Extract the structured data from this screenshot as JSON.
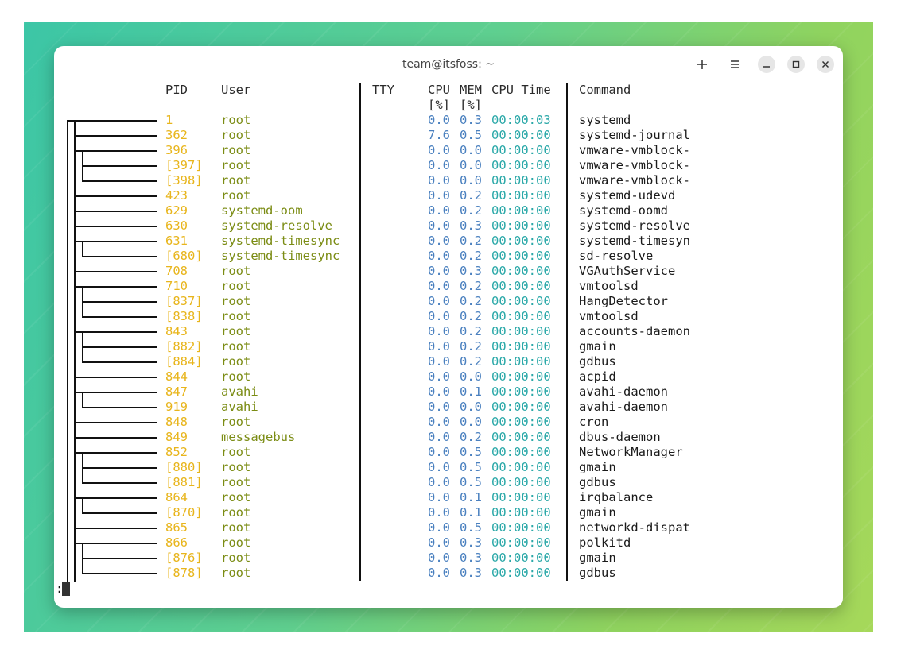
{
  "window": {
    "title": "team@itsfoss: ~"
  },
  "header": {
    "pid": "PID",
    "user": "User",
    "tty": "TTY",
    "cpu": "CPU",
    "mem": "MEM",
    "cpu_unit": "[%]",
    "mem_unit": "[%]",
    "cpu_time": "CPU Time",
    "command": "Command"
  },
  "processes": [
    {
      "pid": "1",
      "user": "root",
      "cpu": "0.0",
      "mem": "0.3",
      "time": "00:00:03",
      "cmd": "systemd"
    },
    {
      "pid": "362",
      "user": "root",
      "cpu": "7.6",
      "mem": "0.5",
      "time": "00:00:00",
      "cmd": "systemd-journal"
    },
    {
      "pid": "396",
      "user": "root",
      "cpu": "0.0",
      "mem": "0.0",
      "time": "00:00:00",
      "cmd": "vmware-vmblock-"
    },
    {
      "pid": "[397]",
      "user": "root",
      "cpu": "0.0",
      "mem": "0.0",
      "time": "00:00:00",
      "cmd": "vmware-vmblock-"
    },
    {
      "pid": "[398]",
      "user": "root",
      "cpu": "0.0",
      "mem": "0.0",
      "time": "00:00:00",
      "cmd": "vmware-vmblock-"
    },
    {
      "pid": "423",
      "user": "root",
      "cpu": "0.0",
      "mem": "0.2",
      "time": "00:00:00",
      "cmd": "systemd-udevd"
    },
    {
      "pid": "629",
      "user": "systemd-oom",
      "cpu": "0.0",
      "mem": "0.2",
      "time": "00:00:00",
      "cmd": "systemd-oomd"
    },
    {
      "pid": "630",
      "user": "systemd-resolve",
      "cpu": "0.0",
      "mem": "0.3",
      "time": "00:00:00",
      "cmd": "systemd-resolve"
    },
    {
      "pid": "631",
      "user": "systemd-timesync",
      "cpu": "0.0",
      "mem": "0.2",
      "time": "00:00:00",
      "cmd": "systemd-timesyn"
    },
    {
      "pid": "[680]",
      "user": "systemd-timesync",
      "cpu": "0.0",
      "mem": "0.2",
      "time": "00:00:00",
      "cmd": "sd-resolve"
    },
    {
      "pid": "708",
      "user": "root",
      "cpu": "0.0",
      "mem": "0.3",
      "time": "00:00:00",
      "cmd": "VGAuthService"
    },
    {
      "pid": "710",
      "user": "root",
      "cpu": "0.0",
      "mem": "0.2",
      "time": "00:00:00",
      "cmd": "vmtoolsd"
    },
    {
      "pid": "[837]",
      "user": "root",
      "cpu": "0.0",
      "mem": "0.2",
      "time": "00:00:00",
      "cmd": "HangDetector"
    },
    {
      "pid": "[838]",
      "user": "root",
      "cpu": "0.0",
      "mem": "0.2",
      "time": "00:00:00",
      "cmd": "vmtoolsd"
    },
    {
      "pid": "843",
      "user": "root",
      "cpu": "0.0",
      "mem": "0.2",
      "time": "00:00:00",
      "cmd": "accounts-daemon"
    },
    {
      "pid": "[882]",
      "user": "root",
      "cpu": "0.0",
      "mem": "0.2",
      "time": "00:00:00",
      "cmd": "gmain"
    },
    {
      "pid": "[884]",
      "user": "root",
      "cpu": "0.0",
      "mem": "0.2",
      "time": "00:00:00",
      "cmd": "gdbus"
    },
    {
      "pid": "844",
      "user": "root",
      "cpu": "0.0",
      "mem": "0.0",
      "time": "00:00:00",
      "cmd": "acpid"
    },
    {
      "pid": "847",
      "user": "avahi",
      "cpu": "0.0",
      "mem": "0.1",
      "time": "00:00:00",
      "cmd": "avahi-daemon"
    },
    {
      "pid": "919",
      "user": "avahi",
      "cpu": "0.0",
      "mem": "0.0",
      "time": "00:00:00",
      "cmd": "avahi-daemon"
    },
    {
      "pid": "848",
      "user": "root",
      "cpu": "0.0",
      "mem": "0.0",
      "time": "00:00:00",
      "cmd": "cron"
    },
    {
      "pid": "849",
      "user": "messagebus",
      "cpu": "0.0",
      "mem": "0.2",
      "time": "00:00:00",
      "cmd": "dbus-daemon"
    },
    {
      "pid": "852",
      "user": "root",
      "cpu": "0.0",
      "mem": "0.5",
      "time": "00:00:00",
      "cmd": "NetworkManager"
    },
    {
      "pid": "[880]",
      "user": "root",
      "cpu": "0.0",
      "mem": "0.5",
      "time": "00:00:00",
      "cmd": "gmain"
    },
    {
      "pid": "[881]",
      "user": "root",
      "cpu": "0.0",
      "mem": "0.5",
      "time": "00:00:00",
      "cmd": "gdbus"
    },
    {
      "pid": "864",
      "user": "root",
      "cpu": "0.0",
      "mem": "0.1",
      "time": "00:00:00",
      "cmd": "irqbalance"
    },
    {
      "pid": "[870]",
      "user": "root",
      "cpu": "0.0",
      "mem": "0.1",
      "time": "00:00:00",
      "cmd": "gmain"
    },
    {
      "pid": "865",
      "user": "root",
      "cpu": "0.0",
      "mem": "0.5",
      "time": "00:00:00",
      "cmd": "networkd-dispat"
    },
    {
      "pid": "866",
      "user": "root",
      "cpu": "0.0",
      "mem": "0.3",
      "time": "00:00:00",
      "cmd": "polkitd"
    },
    {
      "pid": "[876]",
      "user": "root",
      "cpu": "0.0",
      "mem": "0.3",
      "time": "00:00:00",
      "cmd": "gmain"
    },
    {
      "pid": "[878]",
      "user": "root",
      "cpu": "0.0",
      "mem": "0.3",
      "time": "00:00:00",
      "cmd": "gdbus"
    }
  ],
  "prompt": ":",
  "colors": {
    "pid": "#e8b51c",
    "user": "#7b8c14",
    "numbers": "#4a80bf",
    "time": "#2aa8a8"
  }
}
